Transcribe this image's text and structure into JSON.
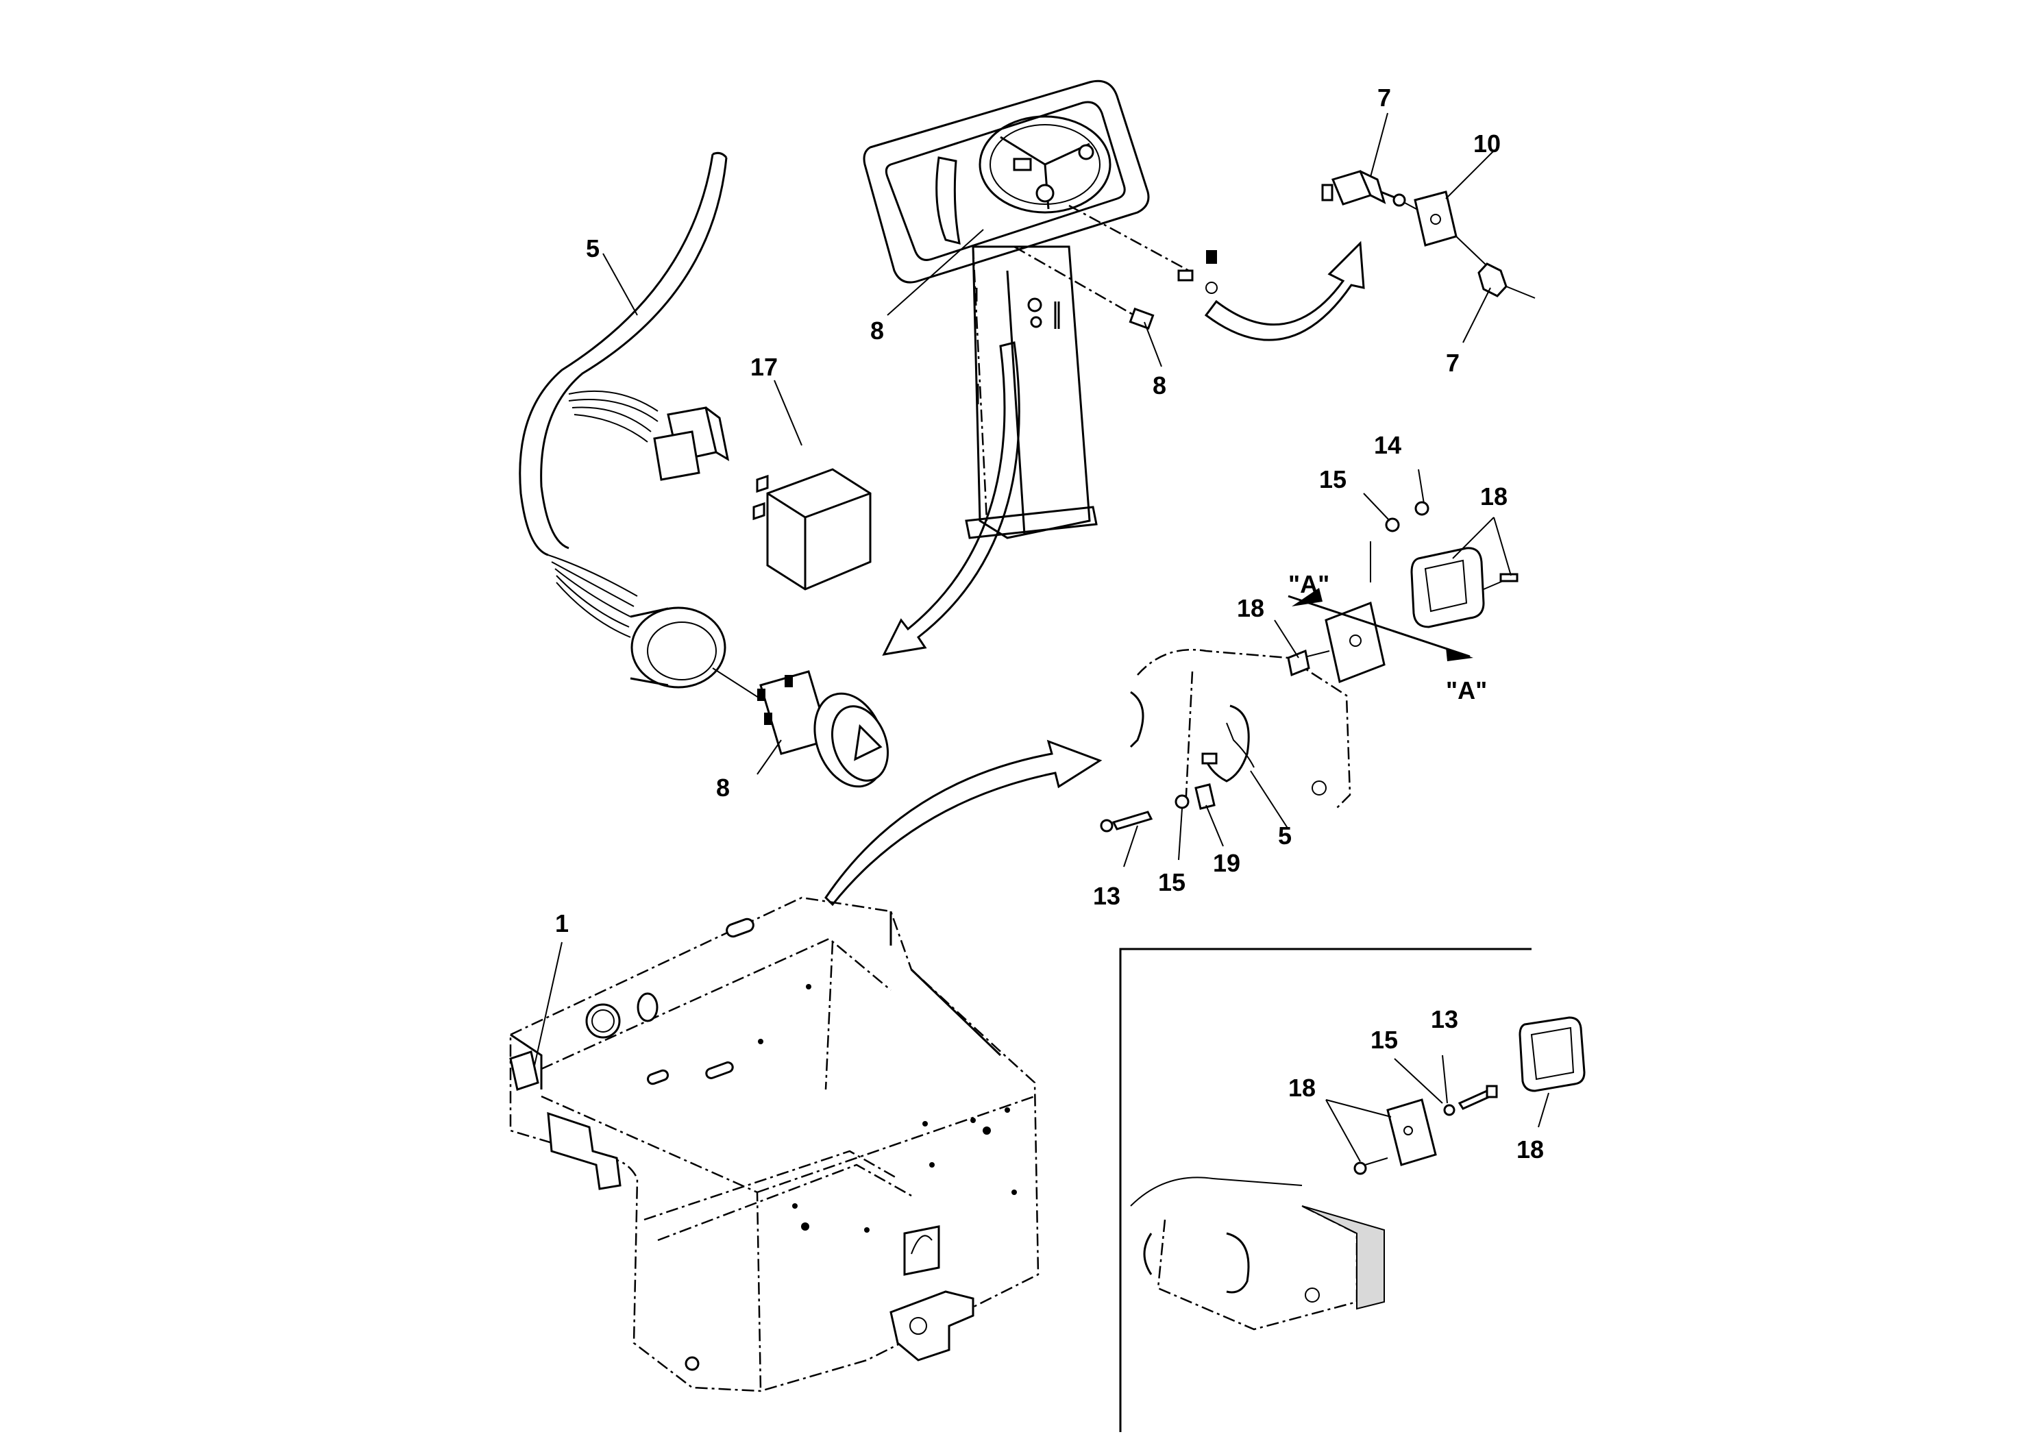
{
  "callouts": {
    "c1": "1",
    "c5_top": "5",
    "c5_bottom": "5",
    "c7_top": "7",
    "c7_bottom": "7",
    "c8_column": "8",
    "c8_bolt": "8",
    "c8_switch": "8",
    "c10": "10",
    "c13": "13",
    "c13_inset": "13",
    "c14": "14",
    "c15_top": "15",
    "c15_bottom": "15",
    "c15_inset": "15",
    "c17": "17",
    "c18_top": "18",
    "c18_left": "18",
    "c18_inset_left": "18",
    "c18_inset_right": "18",
    "c19": "19"
  },
  "section_marks": {
    "a_top": "\"A\"",
    "a_bottom": "\"A\""
  },
  "colors": {
    "line": "#000000",
    "background": "#ffffff",
    "shade": "#d9d9d9"
  }
}
